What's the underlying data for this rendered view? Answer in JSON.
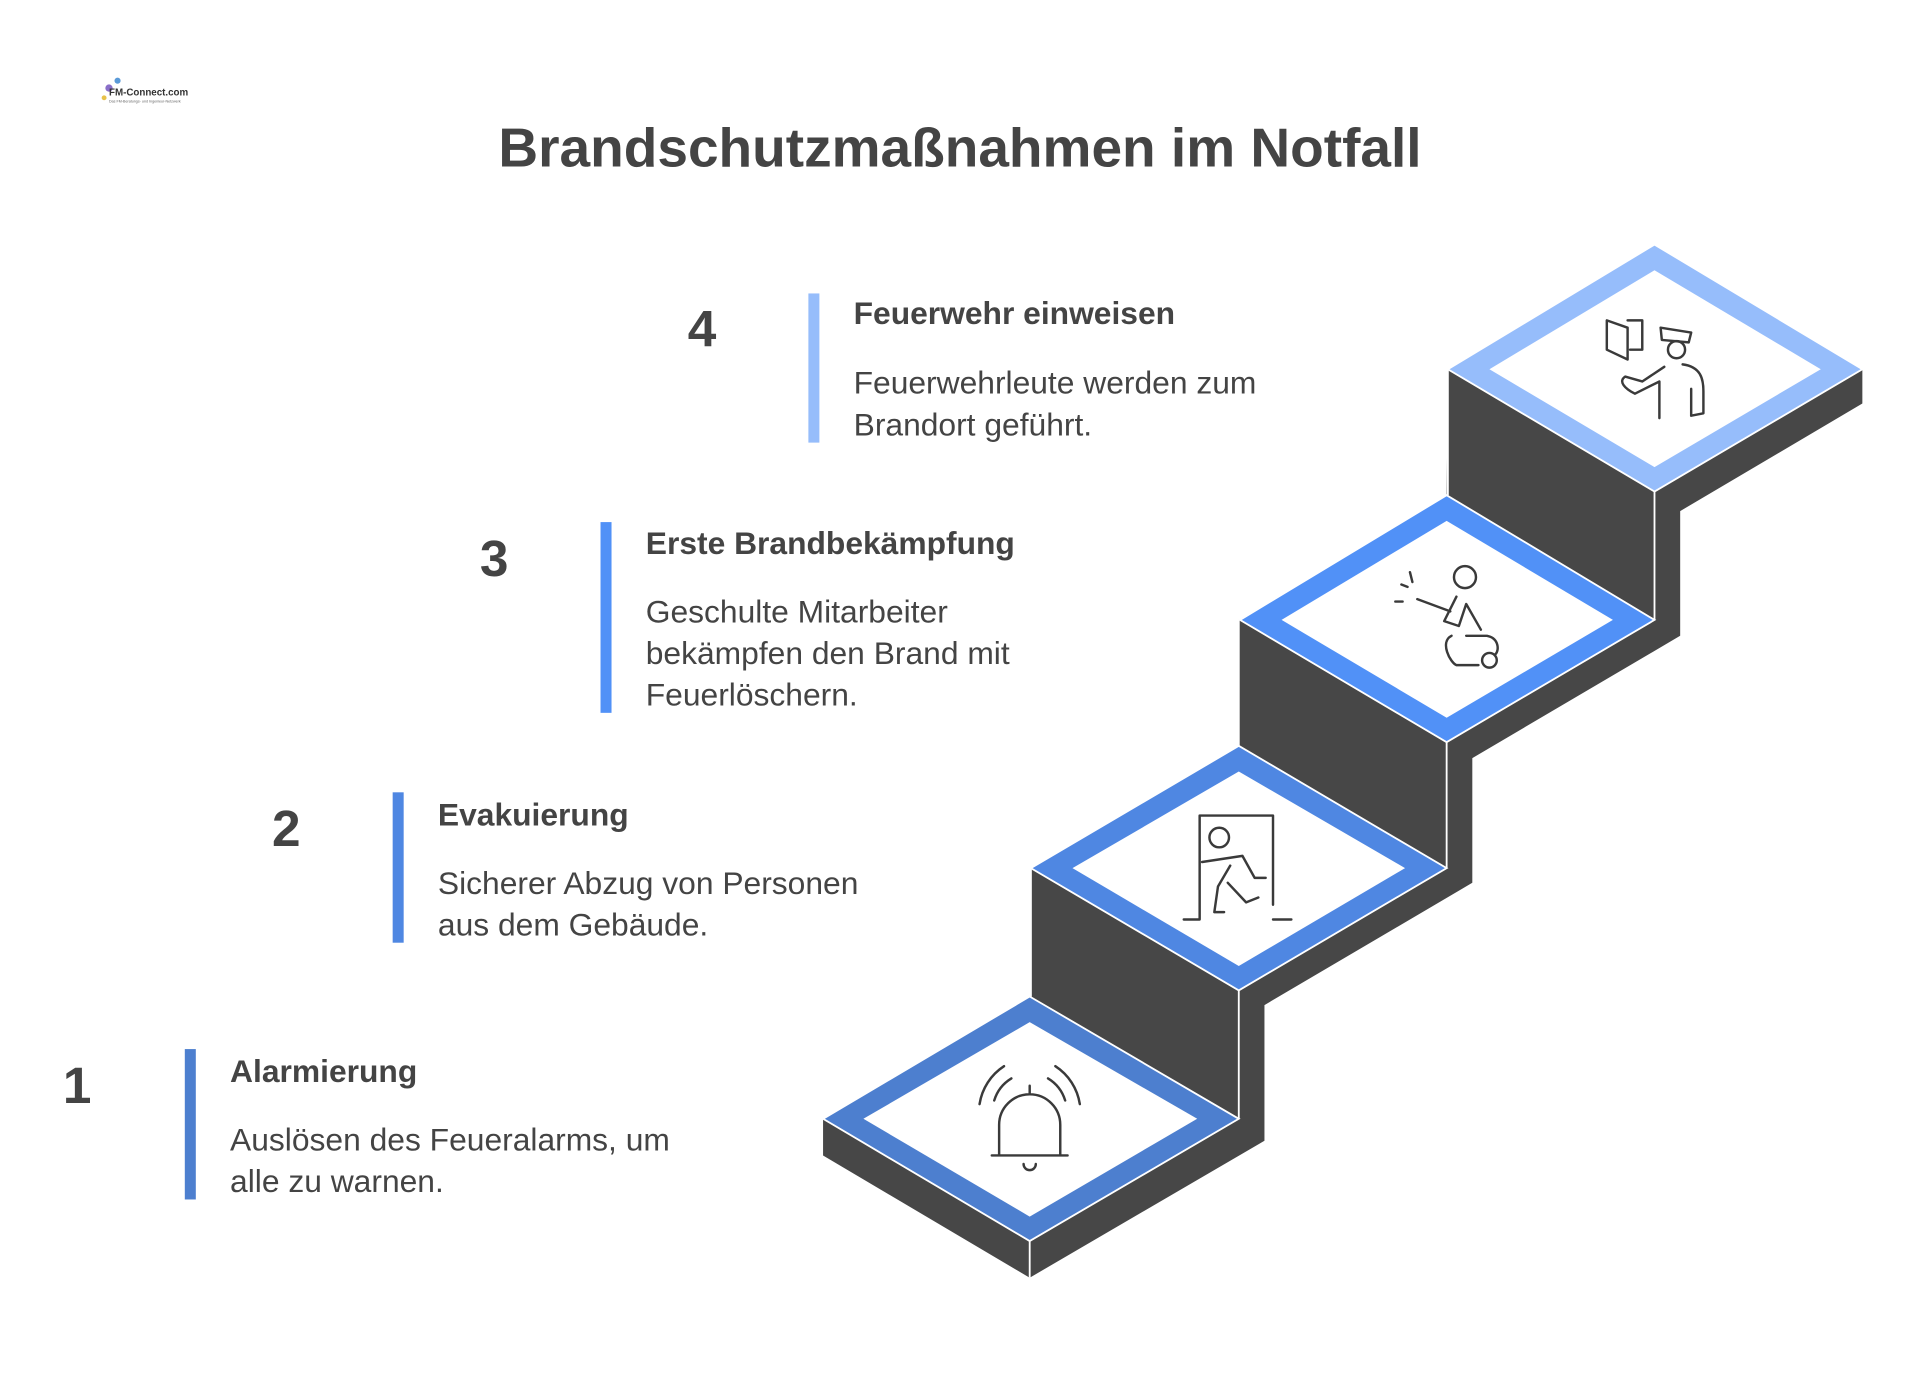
{
  "logo": {
    "text": "FM-Connect.com",
    "tagline": "Das FM-Beratungs- und Ingenieur-Netzwerk"
  },
  "title": "Brandschutzmaßnahmen im Notfall",
  "colors": {
    "step1": "#4D7FCF",
    "step2": "#4F87E2",
    "step3": "#5191F7",
    "step4": "#96BDFB",
    "side": "#474747",
    "text": "#444444"
  },
  "steps": [
    {
      "number": "1",
      "title": "Alarmierung",
      "lines": [
        "Auslösen des Feueralarms, um",
        "alle zu warnen."
      ],
      "icon": "alarm-bell-icon"
    },
    {
      "number": "2",
      "title": "Evakuierung",
      "lines": [
        "Sicherer Abzug von Personen",
        "aus dem Gebäude."
      ],
      "icon": "emergency-exit-icon"
    },
    {
      "number": "3",
      "title": "Erste Brandbekämpfung",
      "lines": [
        "Geschulte Mitarbeiter",
        "bekämpfen den Brand mit",
        "Feuerlöschern."
      ],
      "icon": "fire-extinguisher-person-icon"
    },
    {
      "number": "4",
      "title": "Feuerwehr einweisen",
      "lines": [
        "Feuerwehrleute werden zum",
        "Brandort geführt."
      ],
      "icon": "firefighter-guide-icon"
    }
  ]
}
